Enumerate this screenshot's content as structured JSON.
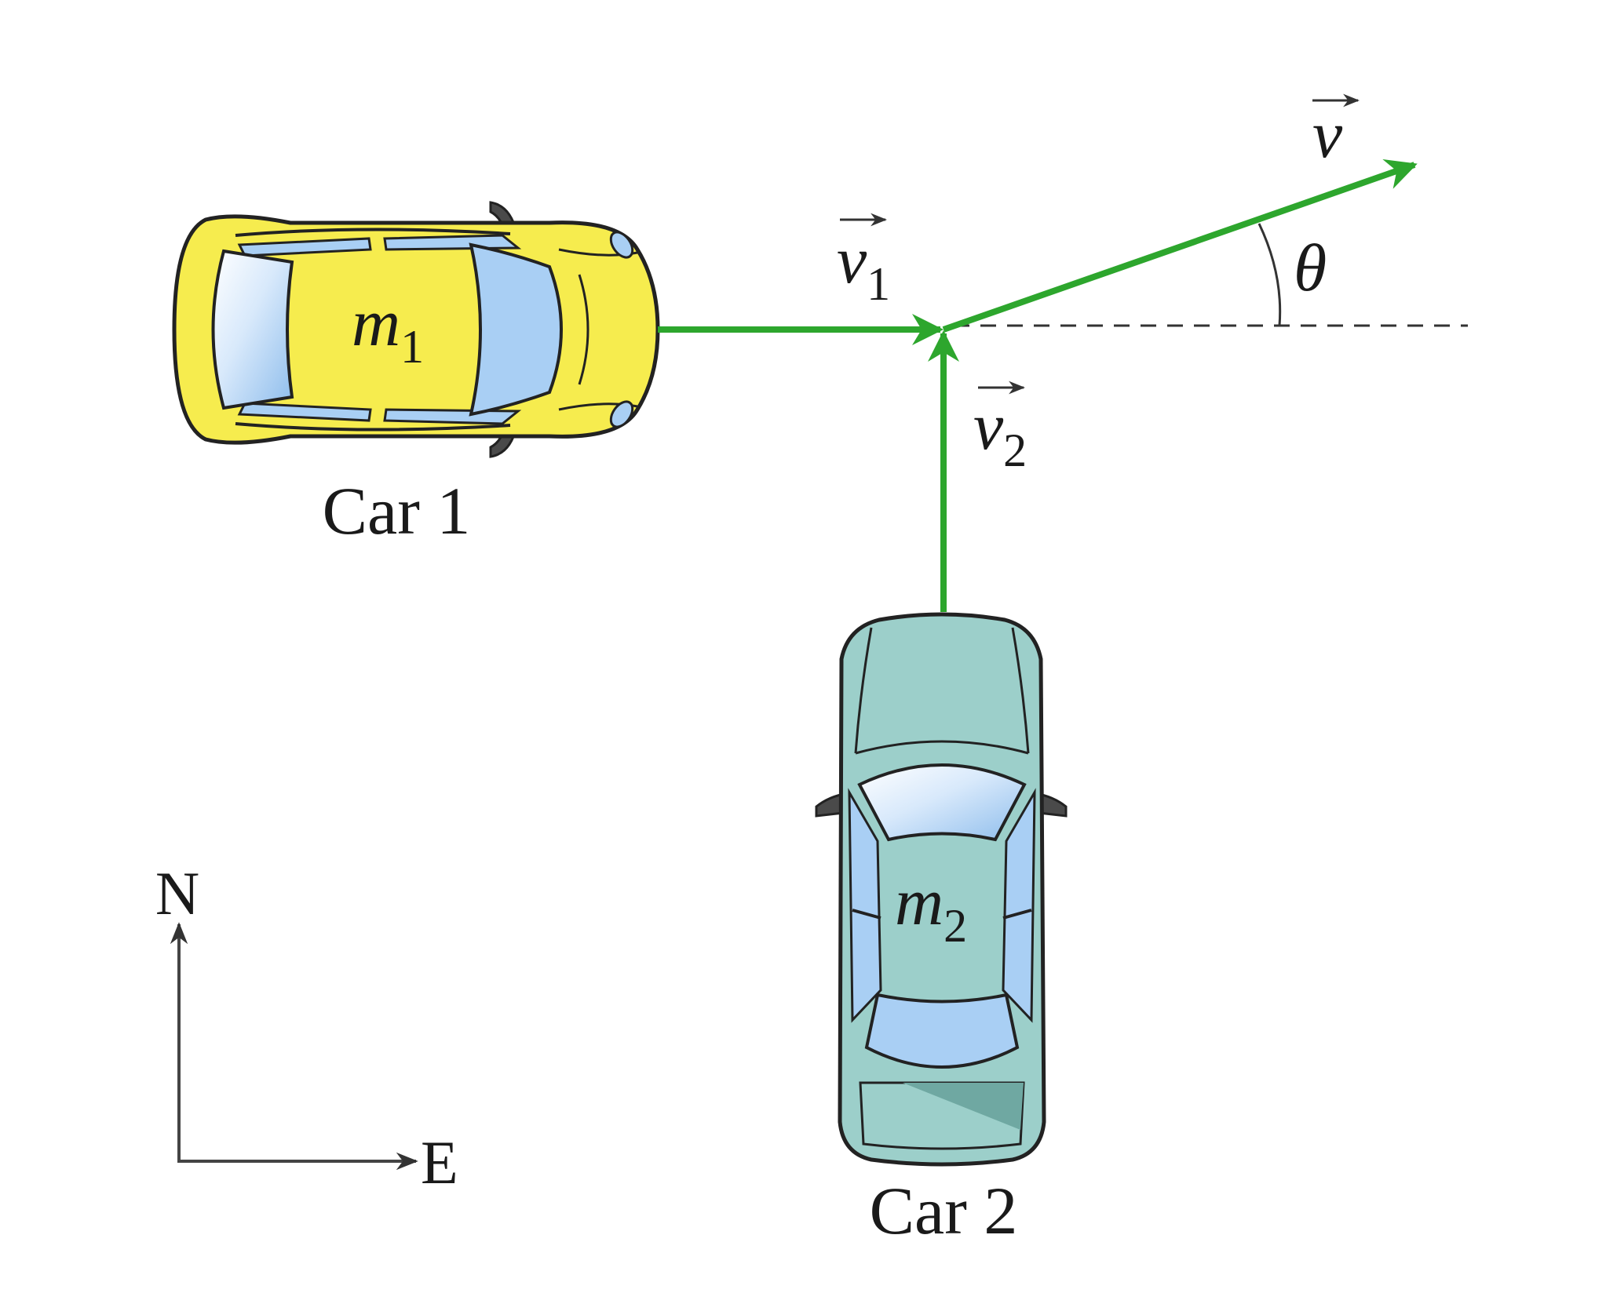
{
  "car1": {
    "caption": "Car 1",
    "mass_symbol": "m",
    "mass_subscript": "1",
    "body_color": "#f6ec4e",
    "glass_color": "#a9cff4"
  },
  "car2": {
    "caption": "Car 2",
    "mass_symbol": "m",
    "mass_subscript": "2",
    "body_color": "#9ccfca",
    "glass_color": "#a9cff4"
  },
  "vectors": {
    "color": "#2da62d",
    "v1_symbol": "v",
    "v1_subscript": "1",
    "v2_symbol": "v",
    "v2_subscript": "2",
    "v_symbol": "v",
    "angle_symbol": "θ"
  },
  "compass": {
    "north": "N",
    "east": "E"
  }
}
